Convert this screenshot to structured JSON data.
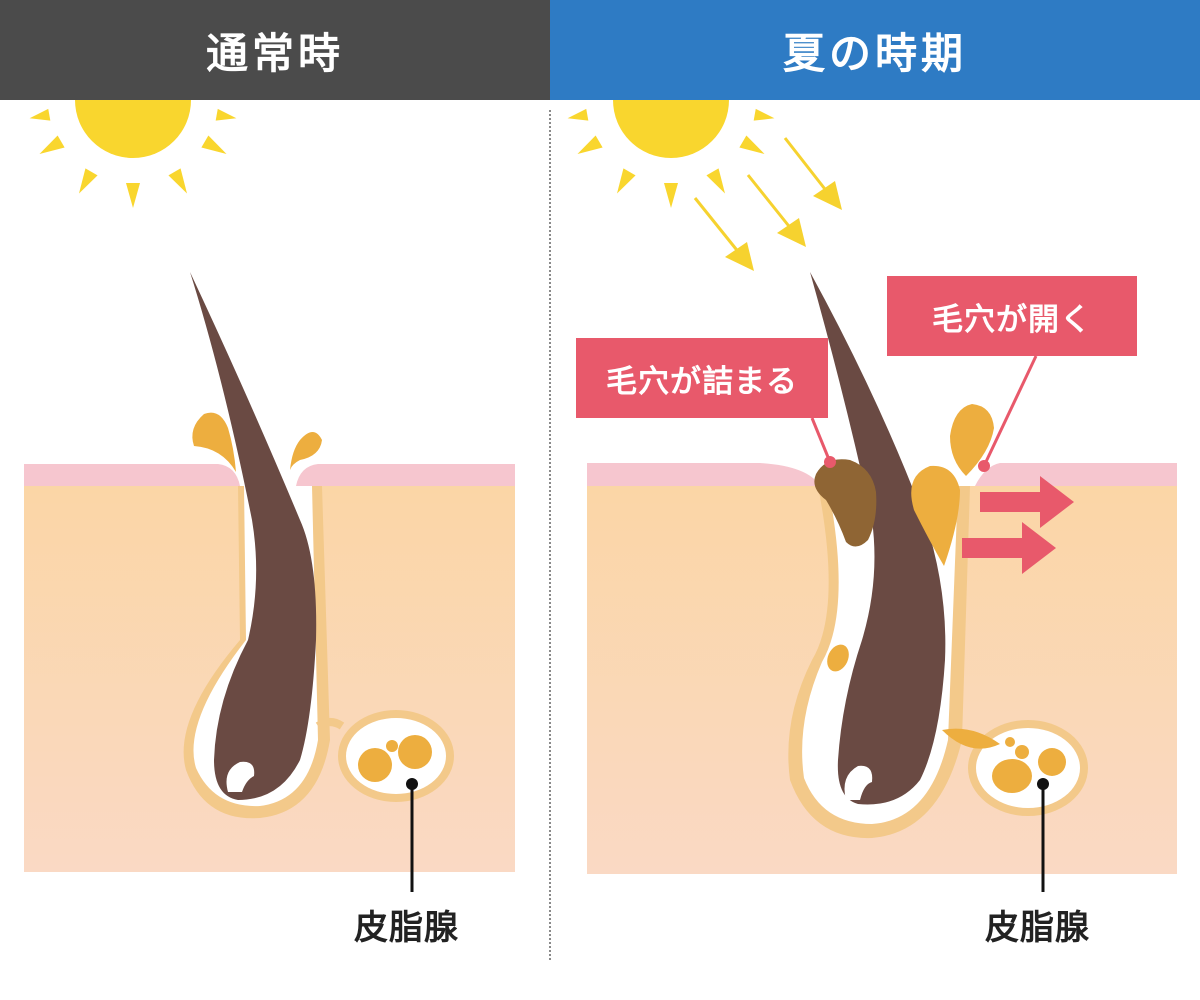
{
  "headers": {
    "left": "通常時",
    "right": "夏の時期"
  },
  "labels": {
    "sebaceous_gland_left": "皮脂腺",
    "sebaceous_gland_right": "皮脂腺",
    "pore_clogged": "毛穴が詰まる",
    "pore_open": "毛穴が開く"
  },
  "colors": {
    "header_left": "#4b4b4b",
    "header_right": "#2e7bc4",
    "sun": "#f9d62e",
    "sunlight_arrows": "#f6d22f",
    "skin_surface": "#f6c6cf",
    "skin_top": "#fbd6a6",
    "skin_bottom": "#fad9c4",
    "hair": "#6a4a43",
    "sebum": "#edae3f",
    "clog": "#8f6534",
    "follicle_wall": "#f3c98a",
    "callout": "#e8596b",
    "expand_arrows": "#e8596b"
  }
}
